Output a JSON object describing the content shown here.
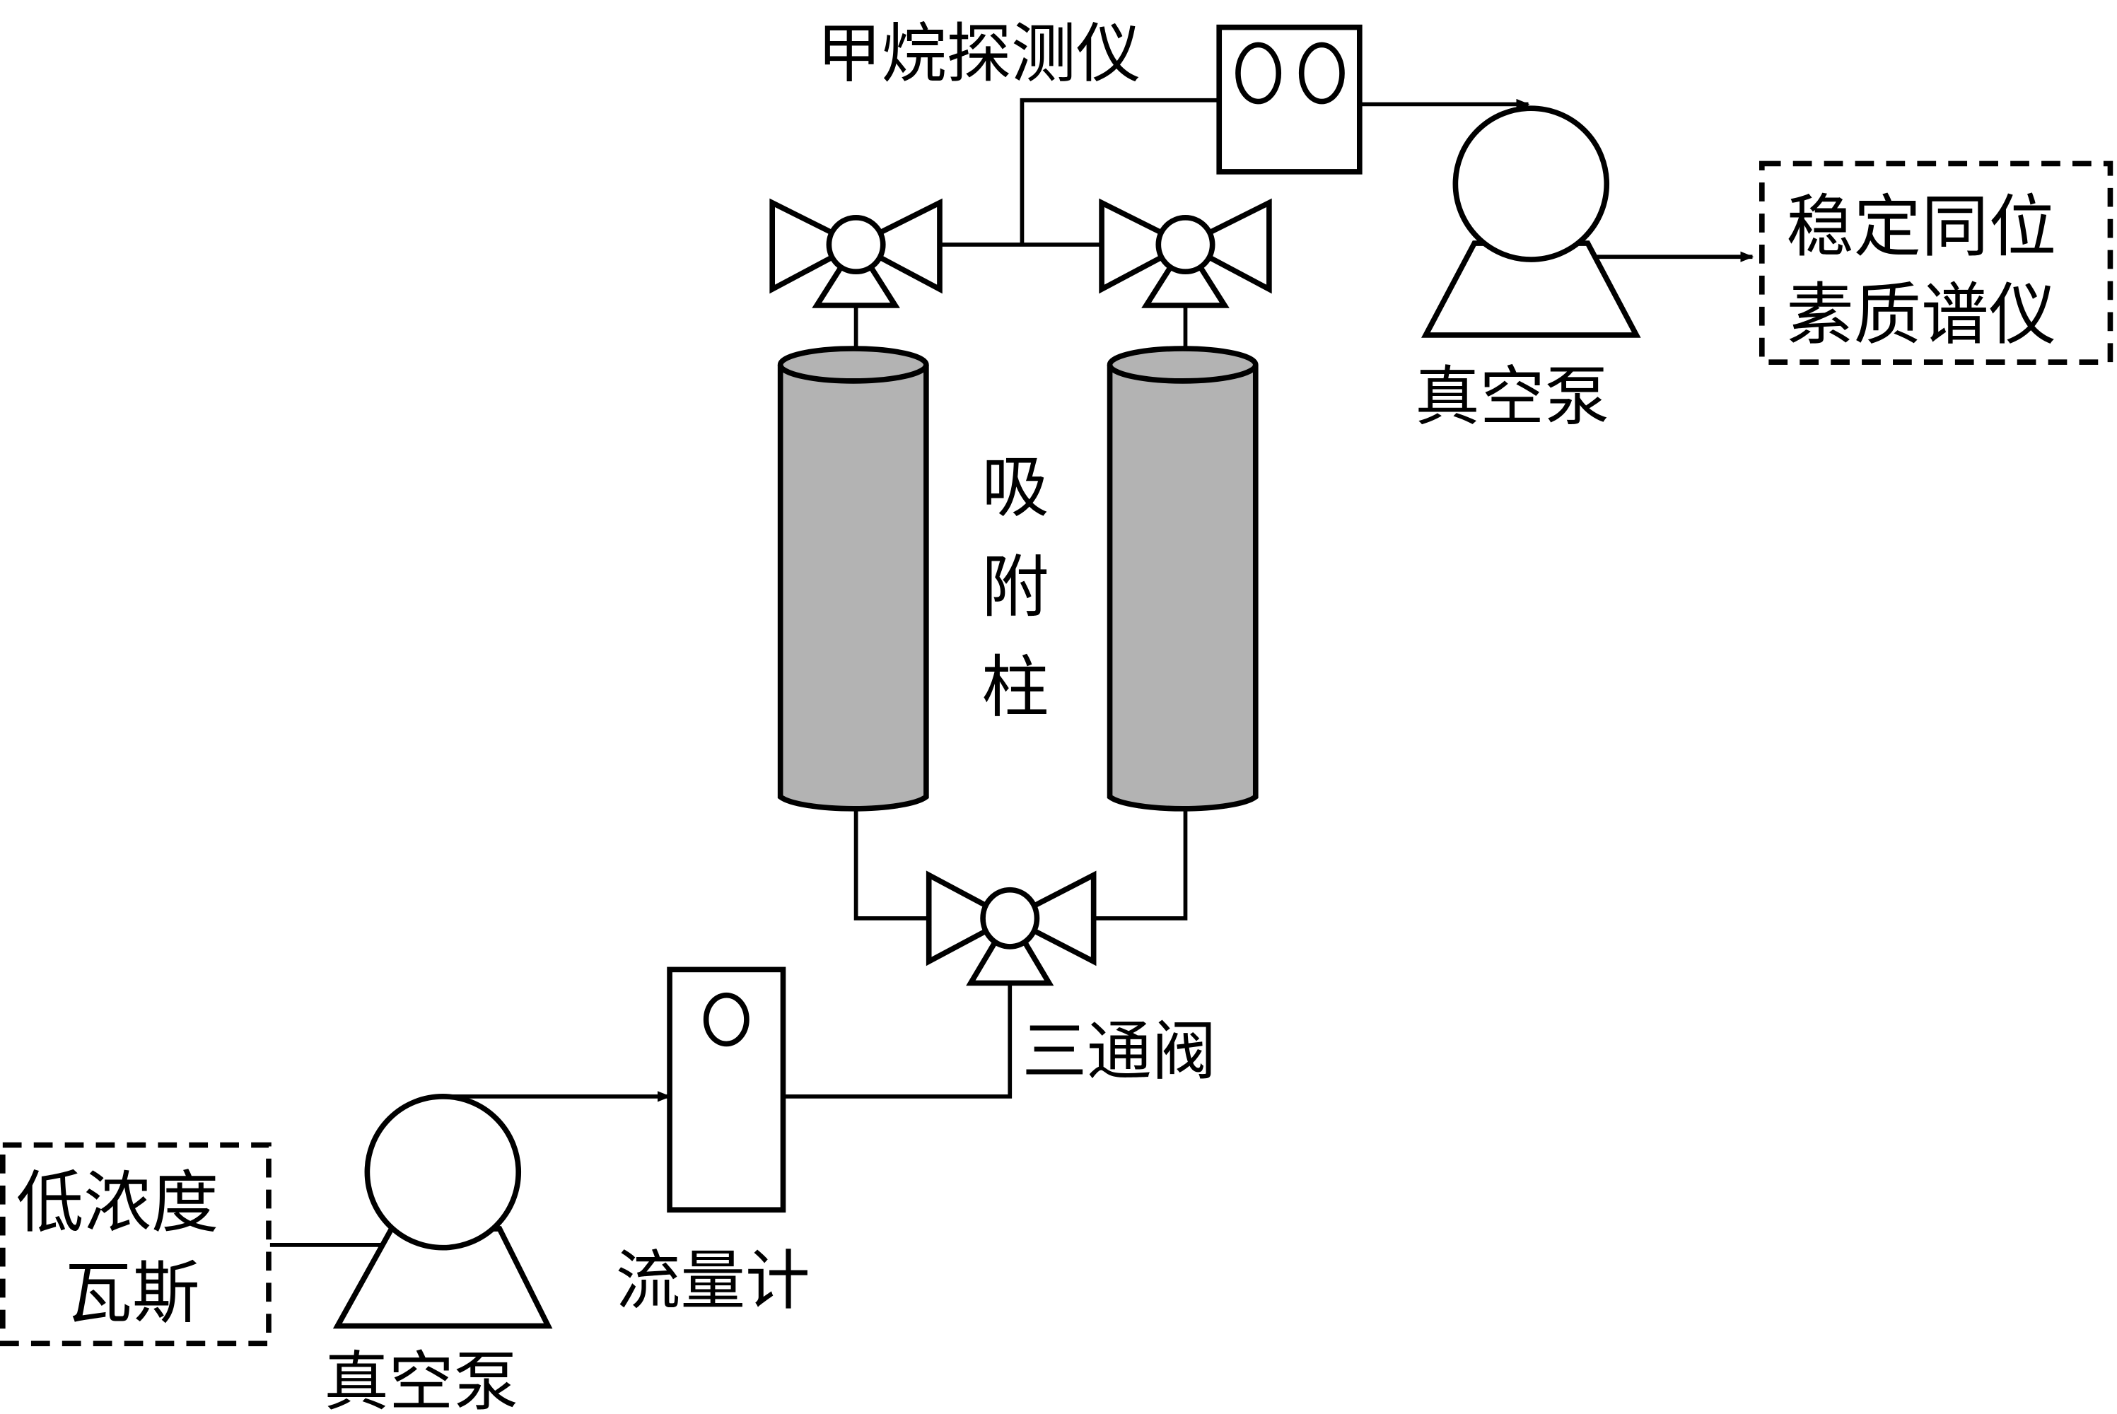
{
  "diagram": {
    "labels": {
      "methane_detector": "甲烷探测仪",
      "vacuum_pump_top": "真空泵",
      "isotope_ms": [
        "稳定同位",
        "素质谱仪"
      ],
      "adsorption_column": [
        "吸",
        "附",
        "柱"
      ],
      "three_way_valve": "三通阀",
      "flow_meter": "流量计",
      "low_conc_gas": [
        "低浓度",
        "瓦斯"
      ],
      "vacuum_pump_bottom": "真空泵"
    },
    "colors": {
      "line": "#000000",
      "column_fill": "#b3b3b3",
      "background": "#ffffff"
    },
    "flow": [
      "低浓度瓦斯 → 真空泵",
      "真空泵 → 流量计",
      "流量计 → 三通阀",
      "三通阀 → 吸附柱 (x2)",
      "吸附柱 → 阀门 → 甲烷探测仪",
      "甲烷探测仪 → 真空泵",
      "真空泵 → 稳定同位素质谱仪"
    ]
  }
}
